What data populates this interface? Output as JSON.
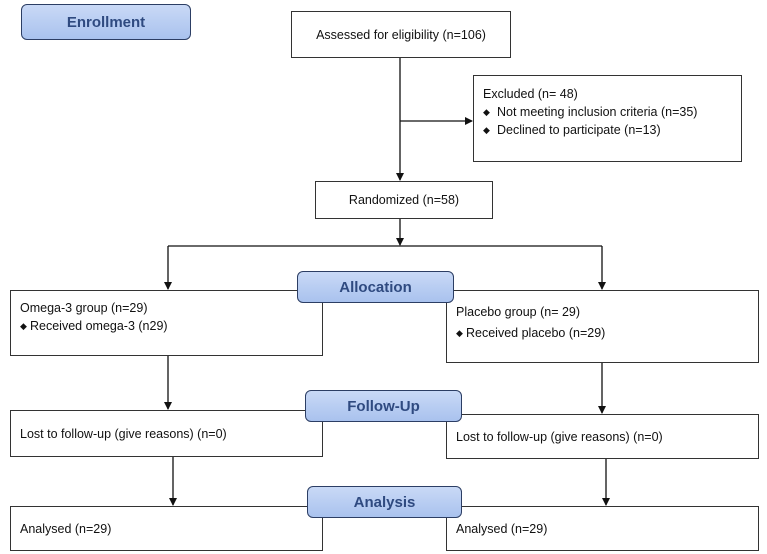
{
  "stages": {
    "enrollment": "Enrollment",
    "allocation": "Allocation",
    "follow_up": "Follow-Up",
    "analysis": "Analysis"
  },
  "assessed": "Assessed for eligibility (n=106)",
  "excluded": {
    "title": "Excluded (n= 48)",
    "items": [
      "Not meeting inclusion criteria (n=35)",
      "Declined to participate (n=13)"
    ]
  },
  "randomized": "Randomized (n=58)",
  "left_arm": {
    "group": "Omega-3 group (n=29)",
    "received": "Received omega-3 (n29)",
    "lost": "Lost to follow-up (give reasons) (n=0)",
    "analysed": "Analysed (n=29)"
  },
  "right_arm": {
    "group": "Placebo group (n= 29)",
    "received": "Received placebo (n=29)",
    "lost": "Lost to follow-up (give reasons) (n=0)",
    "analysed": "Analysed (n=29)"
  },
  "bullet_icon": "diamond-bullet-icon",
  "colors": {
    "stage_fill": "#b7cdf2",
    "stage_border": "#2c3e64",
    "stage_text": "#2f4a80",
    "line": "#111111"
  }
}
